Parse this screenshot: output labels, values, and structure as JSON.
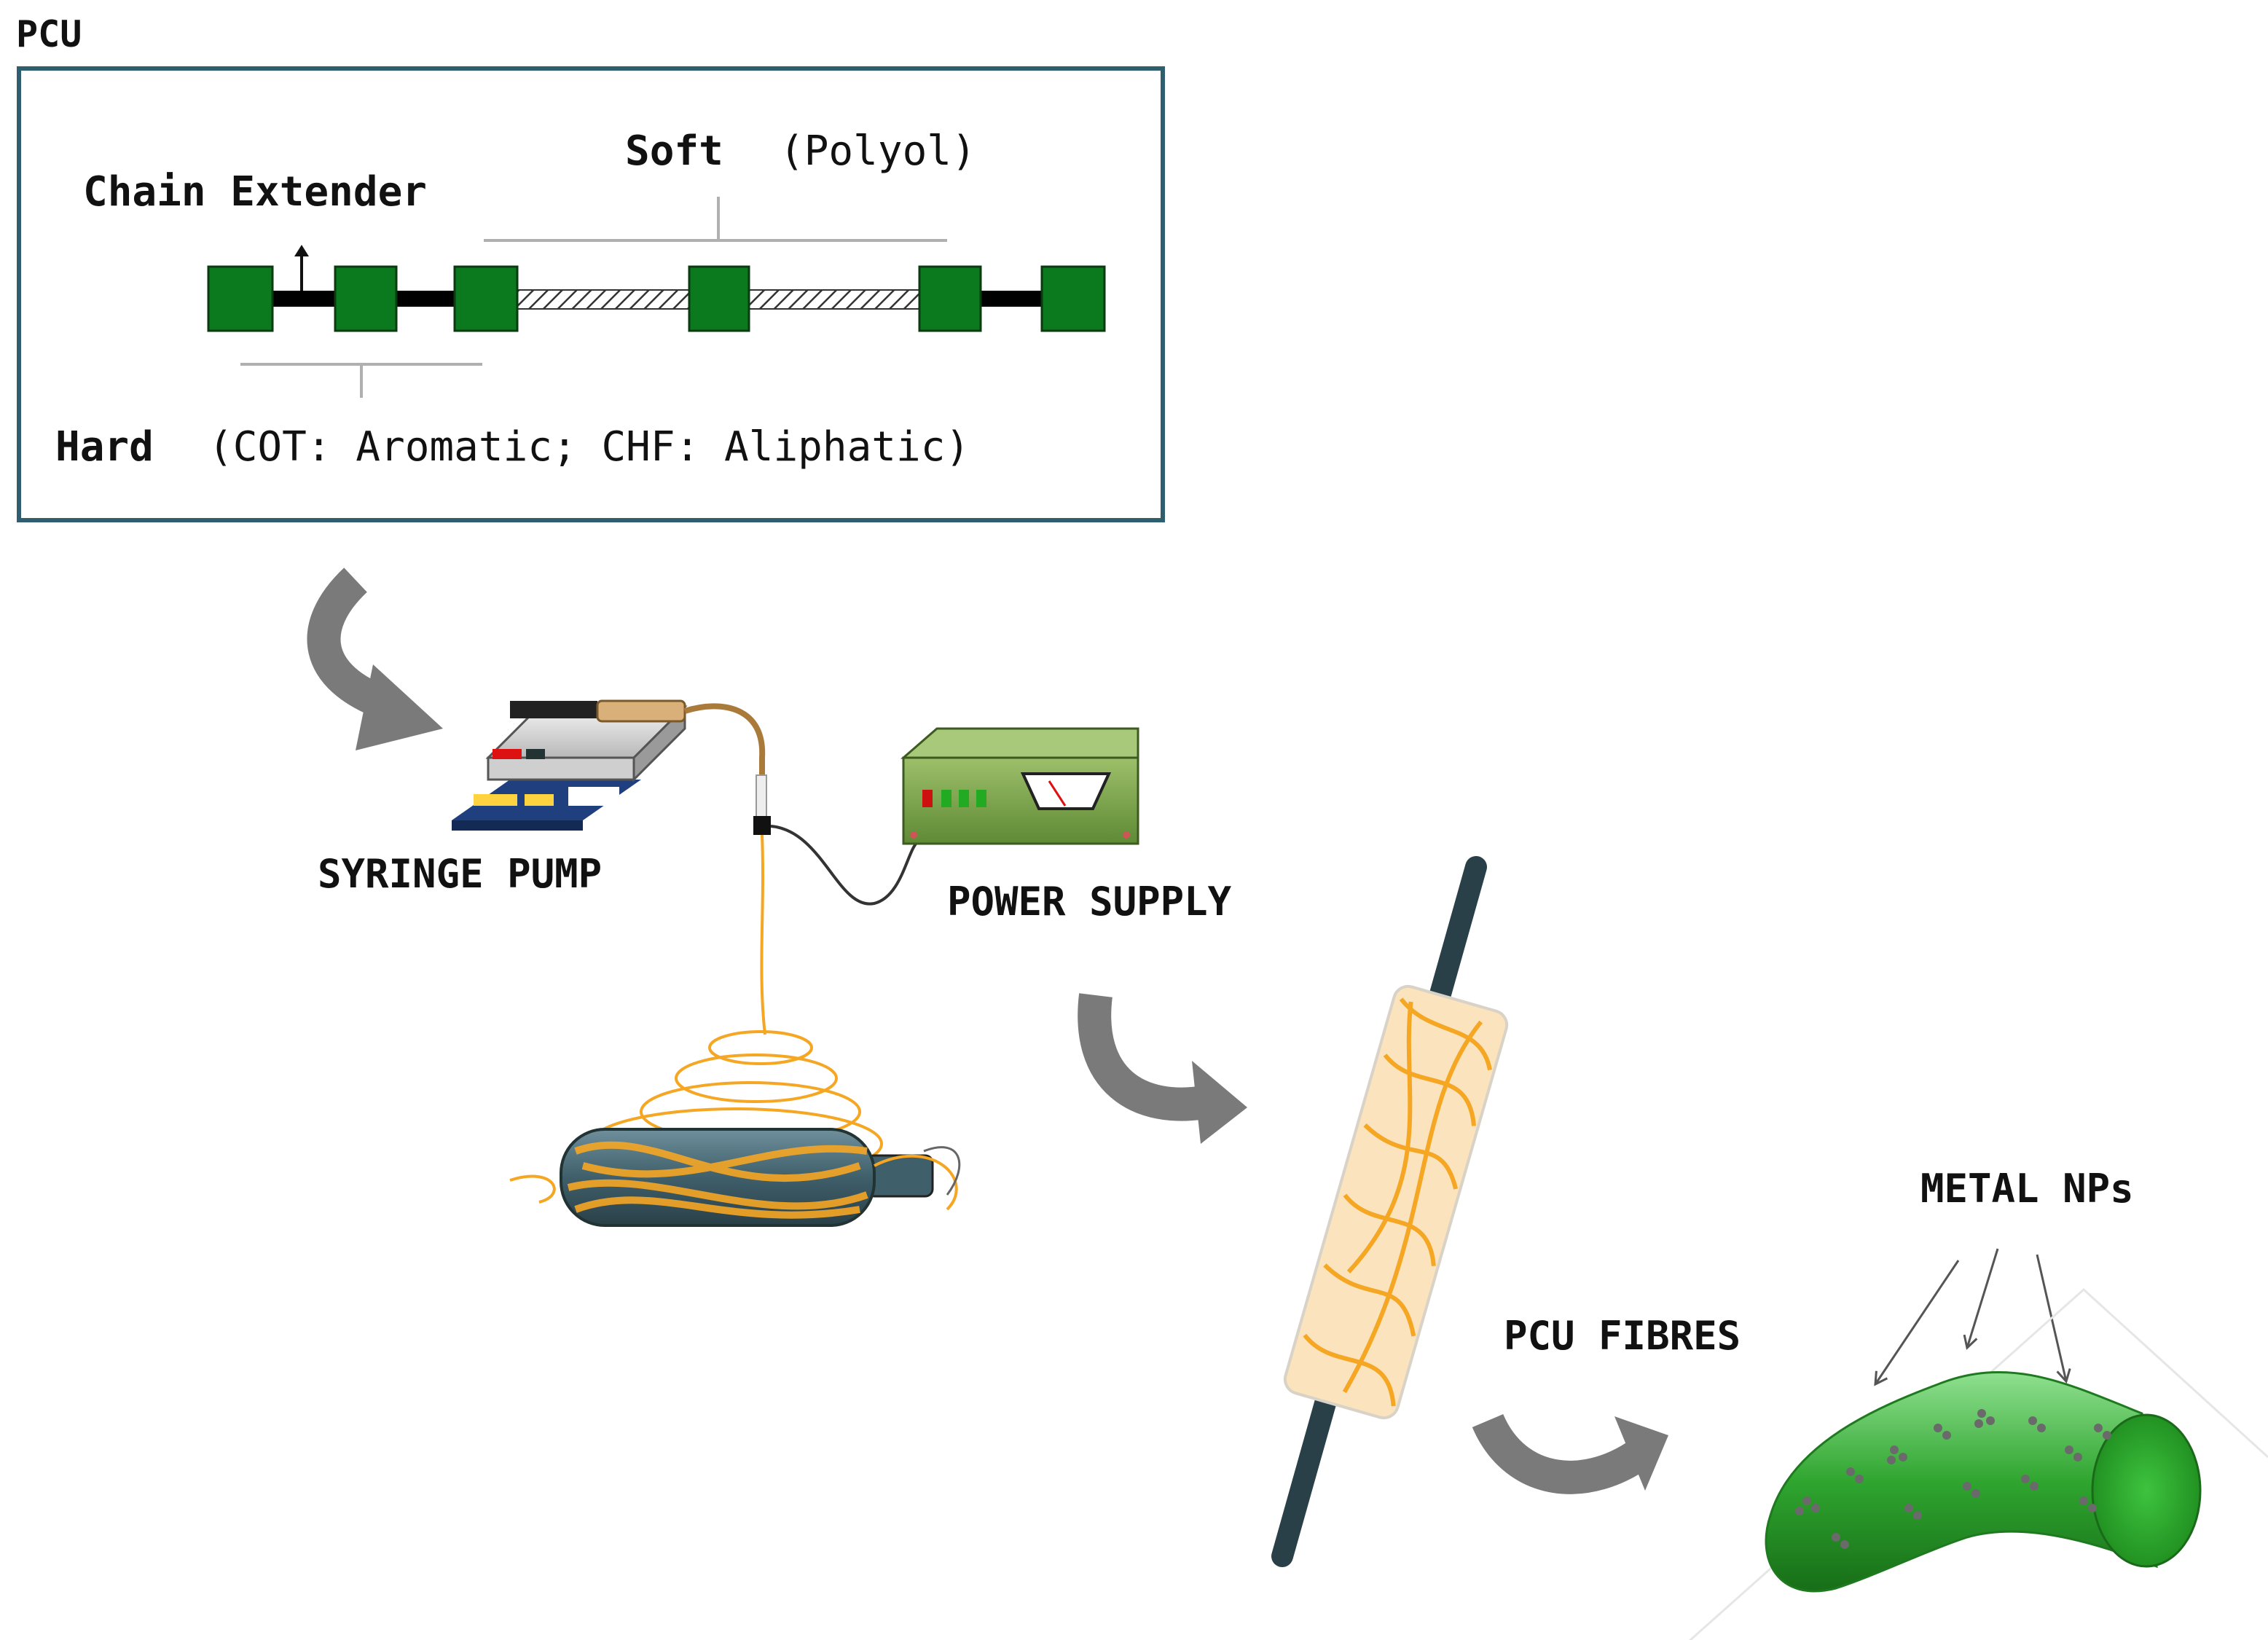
{
  "header": {
    "title": "PCU"
  },
  "structure": {
    "chain_extender": "Chain Extender",
    "soft_label": "Soft",
    "soft_detail": "(Polyol)",
    "hard_label": "Hard",
    "hard_detail": "(COT: Aromatic; CHF: Aliphatic)"
  },
  "equipment": {
    "syringe_pump": "SYRINGE PUMP",
    "power_supply": "POWER SUPPLY"
  },
  "products": {
    "pcu_fibres": "PCU FIBRES",
    "metal_nps": "METAL NPs"
  },
  "colors": {
    "segment_green": "#0b7a1f",
    "fibre_orange": "#f5a623",
    "arrow_gray": "#7a7a7a",
    "box_border": "#2f5f6f",
    "power_supply_green": "#7aa04a",
    "fibre_green": "#2fa52f"
  }
}
